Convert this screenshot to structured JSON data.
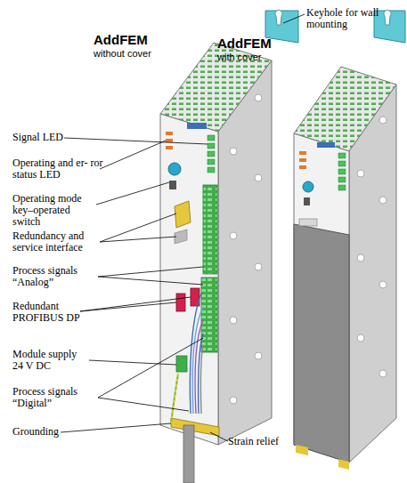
{
  "diagram": {
    "labels": [
      "AddFEM",
      "without cover",
      "AddFEM",
      "with cover",
      "Keyhole for wall mounting",
      "Signal LED",
      "Operating and er- ror status LED",
      "Operating mode key–operated switch",
      "Redundancy and service interface",
      "Process signals “Analog”",
      "Redundant PROFIBUS DP",
      "Module supply 24 V DC",
      "Process signals “Digital”",
      "Grounding",
      "Strain relief"
    ]
  }
}
